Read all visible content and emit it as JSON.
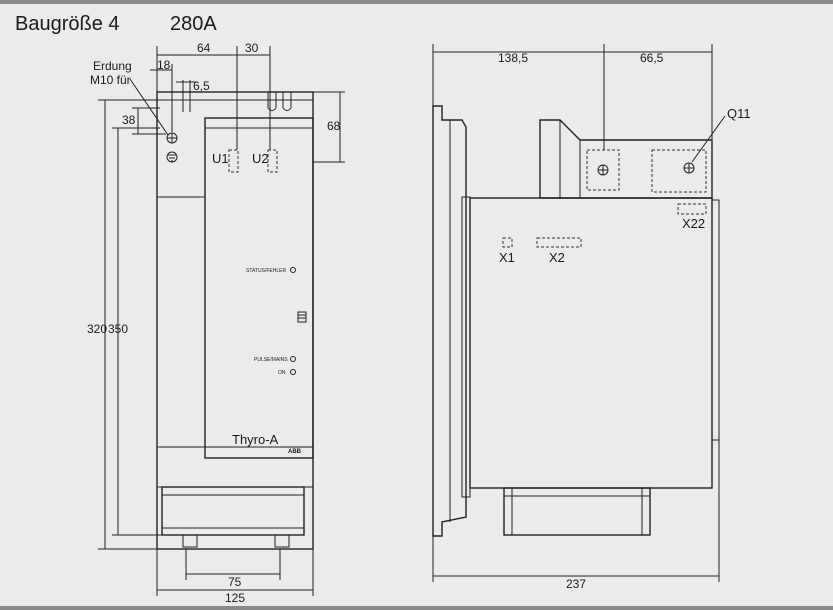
{
  "title": {
    "size": "Baugröße 4",
    "current": "280A"
  },
  "front_view": {
    "earth_label": "Erdung",
    "bolt_label": "M10 für",
    "terminal_in": "U1",
    "terminal_out": "U2",
    "brand": "Thyro-A",
    "maker": "ABB",
    "led_top": "STATUS/FEHLER",
    "led_mid": "PULSE/MAINS",
    "led_low": "ON",
    "dims": {
      "d64": "64",
      "d30": "30",
      "d18": "18",
      "d65": "6,5",
      "d38": "38",
      "d68": "68",
      "d320": "320",
      "d350": "350",
      "d75": "75",
      "d125": "125"
    }
  },
  "side_view": {
    "fuse_label": "Q11",
    "conn_x1": "X1",
    "conn_x2": "X2",
    "conn_x22": "X22",
    "dims": {
      "d1385": "138,5",
      "d665": "66,5",
      "d237": "237"
    }
  }
}
